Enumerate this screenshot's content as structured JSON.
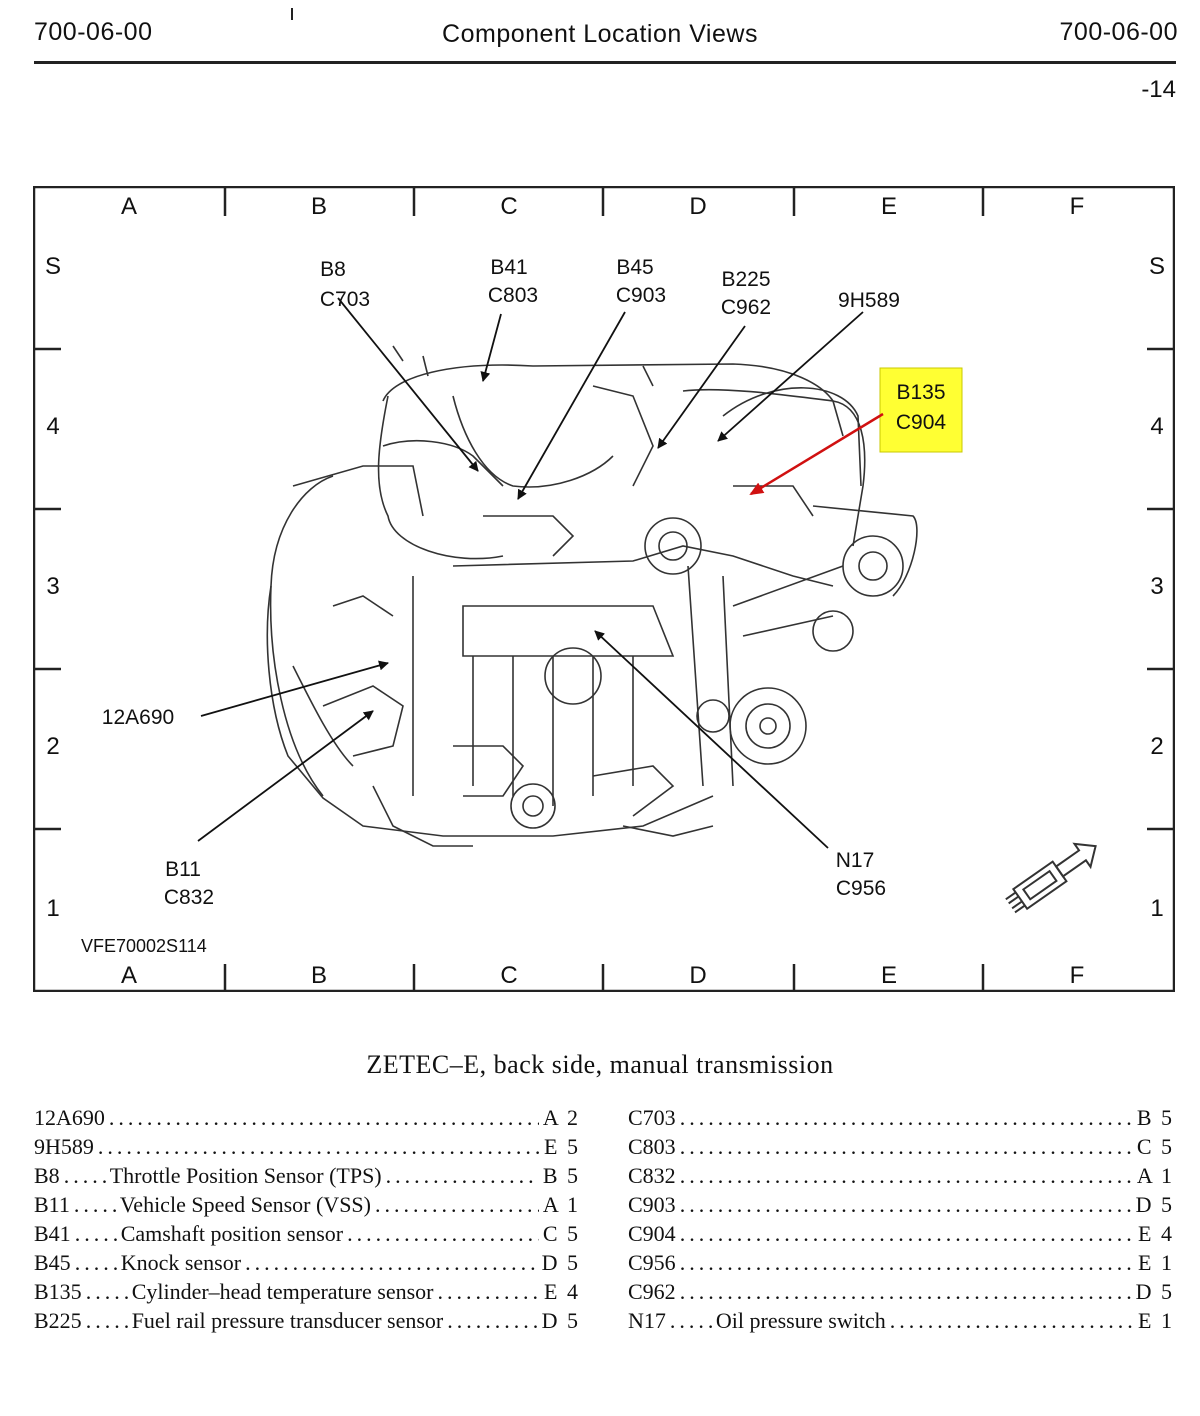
{
  "header": {
    "left": "700-06-00",
    "center": "Component Location Views",
    "right": "700-06-00",
    "page": "-14"
  },
  "grid": {
    "columns": [
      "A",
      "B",
      "C",
      "D",
      "E",
      "F"
    ],
    "rows": [
      "S",
      "4",
      "3",
      "2",
      "1"
    ]
  },
  "callouts": {
    "b8": [
      "B8",
      "C703"
    ],
    "b41": [
      "B41",
      "C803"
    ],
    "b45": [
      "B45",
      "C903"
    ],
    "b225": [
      "B225",
      "C962"
    ],
    "h9": [
      "9H589"
    ],
    "b135": [
      "B135",
      "C904"
    ],
    "a12": [
      "12A690"
    ],
    "b11": [
      "B11",
      "C832"
    ],
    "n17": [
      "N17",
      "C956"
    ]
  },
  "figure_id": "VFE70002S114",
  "highlight_color": "#ffff33",
  "arrow_color": "#d01010",
  "caption": "ZETEC–E, back side, manual transmission",
  "legend_left": [
    {
      "code": "12A690",
      "desc": "",
      "loc": "A 2"
    },
    {
      "code": "9H589",
      "desc": "",
      "loc": "E 5"
    },
    {
      "code": "B8",
      "desc": "Throttle Position Sensor (TPS)",
      "loc": "B 5"
    },
    {
      "code": "B11",
      "desc": "Vehicle Speed Sensor (VSS)",
      "loc": "A 1"
    },
    {
      "code": "B41",
      "desc": "Camshaft position sensor",
      "loc": "C 5"
    },
    {
      "code": "B45",
      "desc": "Knock sensor",
      "loc": "D 5"
    },
    {
      "code": "B135",
      "desc": "Cylinder–head temperature sensor",
      "loc": "E 4"
    },
    {
      "code": "B225",
      "desc": "Fuel rail pressure transducer sensor",
      "loc": "D 5"
    }
  ],
  "legend_right": [
    {
      "code": "C703",
      "desc": "",
      "loc": "B 5"
    },
    {
      "code": "C803",
      "desc": "",
      "loc": "C 5"
    },
    {
      "code": "C832",
      "desc": "",
      "loc": "A 1"
    },
    {
      "code": "C903",
      "desc": "",
      "loc": "D 5"
    },
    {
      "code": "C904",
      "desc": "",
      "loc": "E 4"
    },
    {
      "code": "C956",
      "desc": "",
      "loc": "E 1"
    },
    {
      "code": "C962",
      "desc": "",
      "loc": "D 5"
    },
    {
      "code": "N17",
      "desc": "Oil pressure switch",
      "loc": "E 1"
    }
  ]
}
